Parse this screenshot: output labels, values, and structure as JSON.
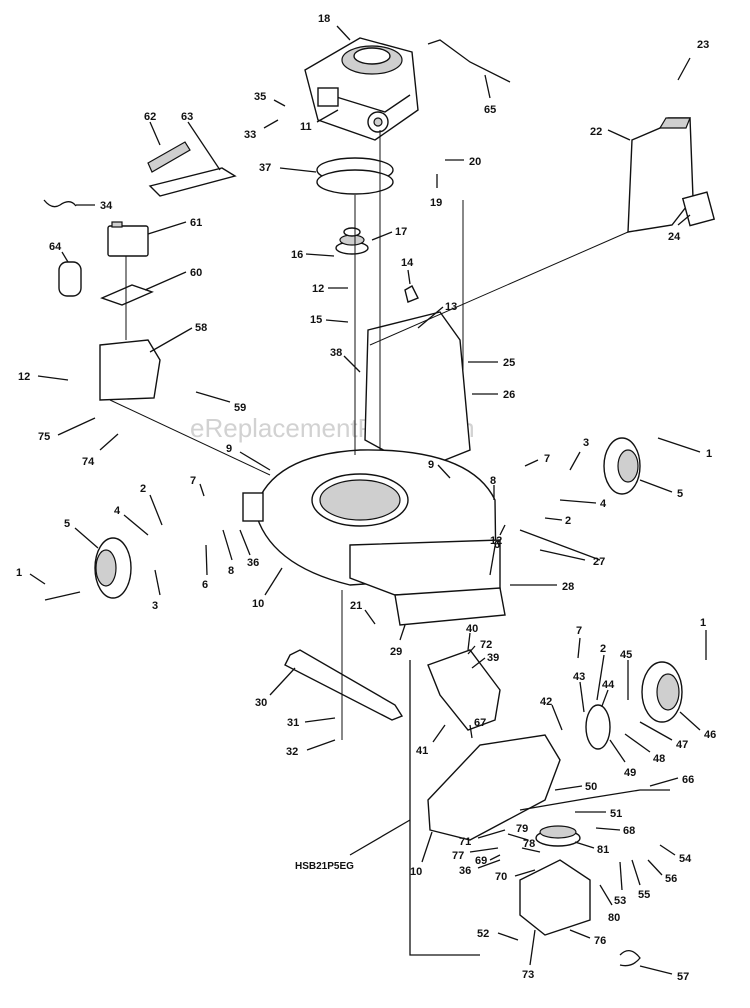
{
  "watermark": "eReplacementParts.com",
  "model_label": "HSB21P5EG",
  "callouts": [
    "1",
    "2",
    "3",
    "4",
    "5",
    "6",
    "7",
    "8",
    "9",
    "10",
    "11",
    "12",
    "13",
    "14",
    "15",
    "16",
    "17",
    "18",
    "19",
    "20",
    "21",
    "22",
    "23",
    "24",
    "25",
    "26",
    "27",
    "28",
    "29",
    "30",
    "31",
    "32",
    "33",
    "34",
    "35",
    "36",
    "37",
    "38",
    "39",
    "40",
    "41",
    "42",
    "43",
    "44",
    "45",
    "46",
    "47",
    "48",
    "49",
    "50",
    "51",
    "52",
    "53",
    "54",
    "55",
    "56",
    "57",
    "58",
    "59",
    "60",
    "61",
    "62",
    "63",
    "64",
    "65",
    "66",
    "67",
    "68",
    "69",
    "70",
    "71",
    "72",
    "73",
    "74",
    "75",
    "76",
    "77",
    "78",
    "79",
    "80",
    "81"
  ]
}
